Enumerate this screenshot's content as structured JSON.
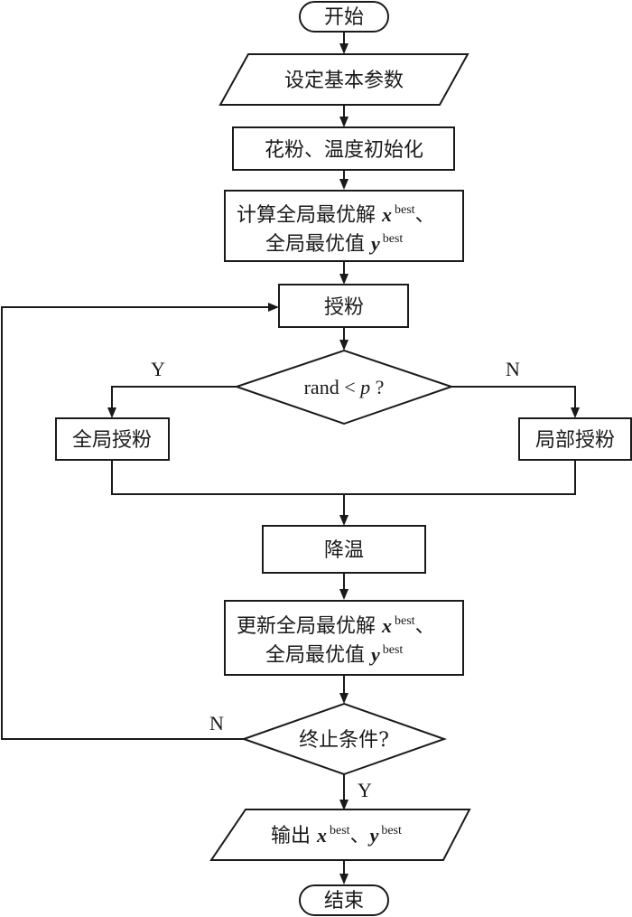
{
  "flowchart": {
    "start": "开始",
    "set_params": "设定基本参数",
    "init": "花粉、温度初始化",
    "compute_best": {
      "line1_prefix": "计算全局最优解 ",
      "line1_var": "x",
      "line1_sup": "best",
      "line1_suffix": "、",
      "line2_prefix": "全局最优值 ",
      "line2_var": "y",
      "line2_sup": "best"
    },
    "pollinate": "授粉",
    "decision1": {
      "prefix": "rand < ",
      "var": "p",
      "suffix": " ?",
      "yes_label": "Y",
      "no_label": "N"
    },
    "global_pollination": "全局授粉",
    "local_pollination": "局部授粉",
    "cool_down": "降温",
    "update_best": {
      "line1_prefix": "更新全局最优解 ",
      "line1_var": "x",
      "line1_sup": "best",
      "line1_suffix": "、",
      "line2_prefix": "全局最优值 ",
      "line2_var": "y",
      "line2_sup": "best"
    },
    "decision2": {
      "text": "终止条件?",
      "yes_label": "Y",
      "no_label": "N"
    },
    "output": {
      "prefix": "输出 ",
      "var1": "x",
      "sup1": "best",
      "sep": "、",
      "var2": "y",
      "sup2": "best"
    },
    "end": "结束"
  }
}
